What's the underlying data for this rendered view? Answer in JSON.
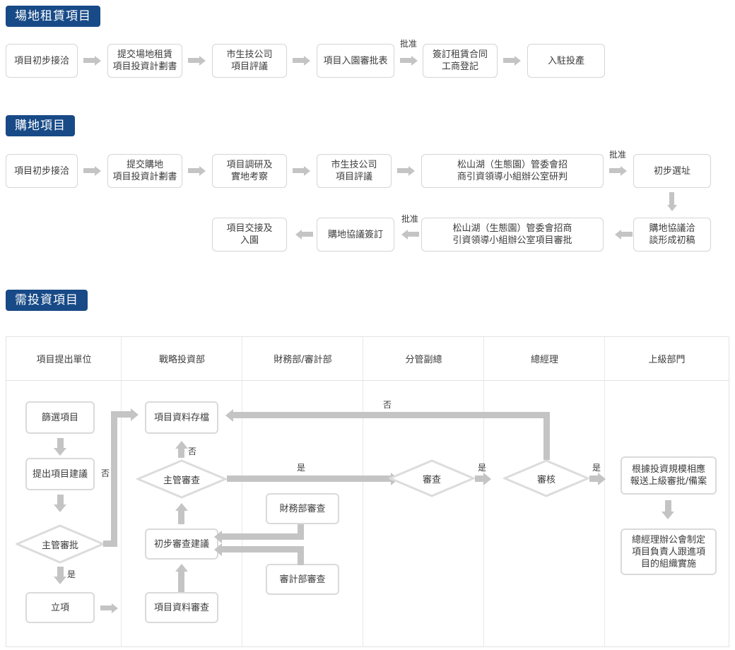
{
  "sections": [
    {
      "id": "venue-lease",
      "badge": "場地租賃項目",
      "steps": [
        {
          "label": "項目初步接洽"
        },
        {
          "label": "提交場地租賃\n項目投資計劃書"
        },
        {
          "label": "市生技公司\n項目評議"
        },
        {
          "label": "項目入園審批表"
        },
        {
          "label": "簽訂租賃合同\n工商登記"
        },
        {
          "label": "入駐投產"
        }
      ],
      "edge_labels": [
        {
          "text": "批准"
        }
      ]
    },
    {
      "id": "land-purchase",
      "badge": "購地項目",
      "row1": [
        {
          "label": "項目初步接洽"
        },
        {
          "label": "提交購地\n項目投資計劃書"
        },
        {
          "label": "項目調研及\n實地考察"
        },
        {
          "label": "市生技公司\n項目評議"
        },
        {
          "label": "松山湖（生態園）管委會招\n商引資領導小組辦公室研判"
        },
        {
          "label": "初步選址"
        }
      ],
      "row2": [
        {
          "label": "項目交接及\n入園"
        },
        {
          "label": "購地協議簽訂"
        },
        {
          "label": "松山湖（生態園）管委會招商\n引資領導小組辦公室項目審批"
        },
        {
          "label": "購地協議洽\n談形成初稿"
        }
      ],
      "edge_labels": [
        {
          "text": "批准"
        },
        {
          "text": "批准"
        }
      ]
    },
    {
      "id": "investment-required",
      "badge": "需投資項目",
      "lanes": [
        {
          "title": "項目提出單位"
        },
        {
          "title": "戰略投資部"
        },
        {
          "title": "財務部/審計部"
        },
        {
          "title": "分管副總"
        },
        {
          "title": "總經理"
        },
        {
          "title": "上級部門"
        }
      ],
      "nodes": [
        {
          "id": "screen-projects",
          "label": "篩選項目",
          "lane": "項目提出單位"
        },
        {
          "id": "propose-project",
          "label": "提出項目建議",
          "lane": "項目提出單位"
        },
        {
          "id": "supervisor-approval",
          "label": "主管審批",
          "lane": "項目提出單位",
          "shape": "decision"
        },
        {
          "id": "establish-project",
          "label": "立項",
          "lane": "項目提出單位"
        },
        {
          "id": "archive-data",
          "label": "項目資料存檔",
          "lane": "戰略投資部"
        },
        {
          "id": "supervisor-review",
          "label": "主管審查",
          "lane": "戰略投資部",
          "shape": "decision"
        },
        {
          "id": "preliminary-review-advice",
          "label": "初步審查建議",
          "lane": "戰略投資部"
        },
        {
          "id": "review-project-data",
          "label": "項目資料審查",
          "lane": "戰略投資部"
        },
        {
          "id": "finance-review",
          "label": "財務部審查",
          "lane": "財務部/審計部"
        },
        {
          "id": "audit-review",
          "label": "審計部審查",
          "lane": "財務部/審計部"
        },
        {
          "id": "vp-review",
          "label": "審查",
          "lane": "分管副總",
          "shape": "decision"
        },
        {
          "id": "gm-review",
          "label": "審核",
          "lane": "總經理",
          "shape": "decision"
        },
        {
          "id": "report-upper",
          "label": "根據投資規模相應\n報送上級審批/備案",
          "lane": "上級部門"
        },
        {
          "id": "gm-office-implement",
          "label": "總經理辦公會制定\n項目負責人跟進項\n目的組織實施",
          "lane": "上級部門"
        }
      ],
      "edge_labels": [
        {
          "id": "no-gm-to-archive",
          "text": "否"
        },
        {
          "id": "no-supervisor-review",
          "text": "否"
        },
        {
          "id": "no-supervisor-approval",
          "text": "否"
        },
        {
          "id": "yes-supervisor-review",
          "text": "是"
        },
        {
          "id": "yes-vp-review",
          "text": "是"
        },
        {
          "id": "yes-gm-review",
          "text": "是"
        },
        {
          "id": "yes-supervisor-approval",
          "text": "是"
        }
      ]
    }
  ],
  "colors": {
    "badge_bg": "#174a87",
    "badge_text": "#ffffff",
    "node_border": "#d5d5d5",
    "arrow": "#c4c4c4",
    "lane_border": "#e3e3e3",
    "text": "#3c3c3c"
  }
}
